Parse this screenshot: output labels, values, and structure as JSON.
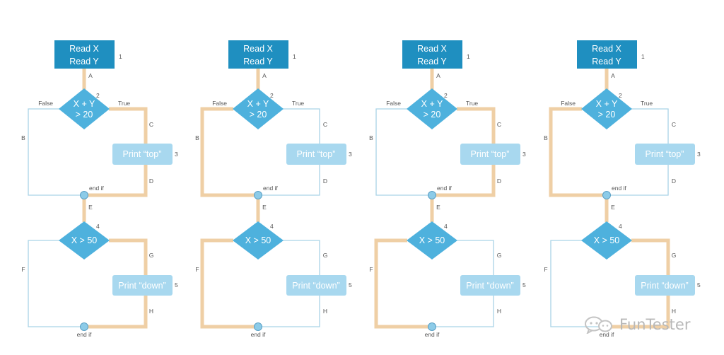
{
  "colors": {
    "read_box": "#1f8fc0",
    "decision": "#4eb1dd",
    "print_box": "#a8d8ef",
    "thin_edge": "#a9d3e6",
    "highlight": "#efcfa5",
    "node": "#8ccbe8",
    "label": "#555555"
  },
  "diagrams": [
    {
      "highlight": [
        "A",
        "C",
        "D",
        "E",
        "G",
        "H"
      ]
    },
    {
      "highlight": [
        "A",
        "B",
        "E",
        "F"
      ]
    },
    {
      "highlight": [
        "A",
        "C",
        "D",
        "E",
        "F"
      ]
    },
    {
      "highlight": [
        "A",
        "B",
        "E",
        "G",
        "H"
      ]
    }
  ],
  "labels": {
    "read": [
      "Read X",
      "Read Y"
    ],
    "decision1": [
      "X + Y",
      "> 20"
    ],
    "print1": "Print “top”",
    "decision2": "X > 50",
    "print2": "Print “down”",
    "false": "False",
    "true": "True",
    "end_if": "end if",
    "numbers": [
      "1",
      "2",
      "3",
      "4",
      "5"
    ],
    "edges": [
      "A",
      "B",
      "C",
      "D",
      "E",
      "F",
      "G",
      "H"
    ]
  },
  "watermark": {
    "text": "FunTester",
    "icon": "wechat-icon"
  }
}
